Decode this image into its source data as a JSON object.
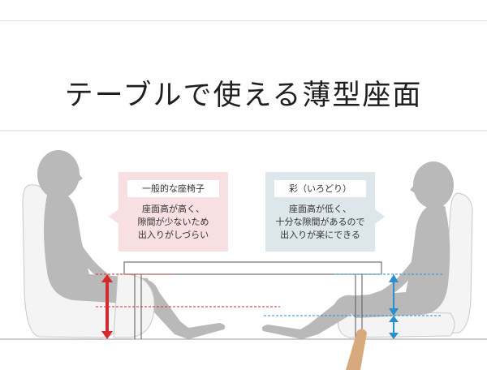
{
  "title": "テーブルで使える薄型座面",
  "left_bubble": {
    "tag": "一般的な座椅子",
    "lines": [
      "座面高が高く、",
      "隙間が少ないため",
      "出入りがしづらい"
    ],
    "color": "#f8dfe1"
  },
  "right_bubble": {
    "tag": "彩（いろどり）",
    "lines": [
      "座面高が低く、",
      "十分な隙間があるので",
      "出入りが楽にできる"
    ],
    "color": "#dde6ea"
  },
  "colors": {
    "left_accent": "#d32a2a",
    "right_accent": "#2a8fcf",
    "figure": "#b9b9b9",
    "chair": "#f3f3f3"
  }
}
